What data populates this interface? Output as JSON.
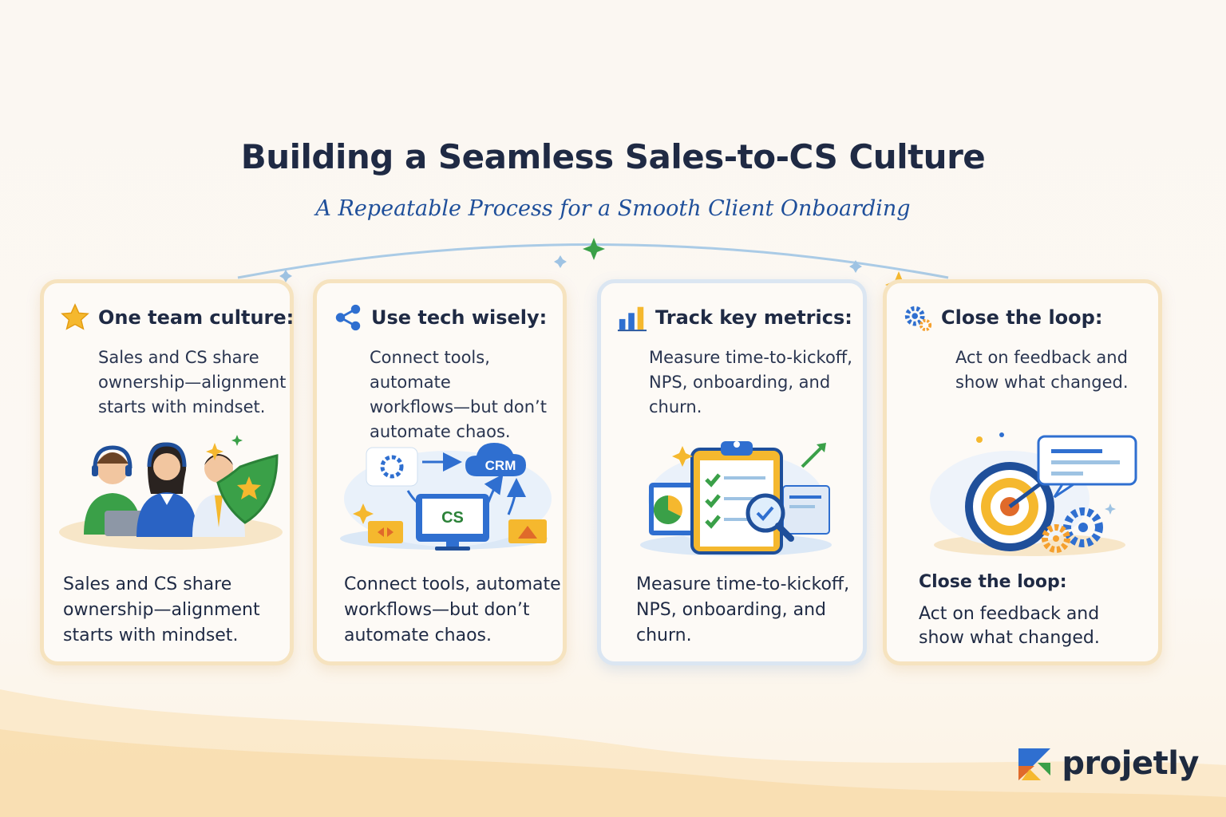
{
  "header": {
    "title": "Building a Seamless Sales-to-CS Culture",
    "subtitle": "A Repeatable Process for a Smooth Client Onboarding"
  },
  "cards": [
    {
      "title": "One team culture:",
      "icon": "star-icon",
      "description": "Sales and CS share\nownership—alignment\nstarts with mindset.",
      "footer": "Sales and CS share\nownership—alignment\nstarts with mindset."
    },
    {
      "title": "Use tech wisely:",
      "icon": "share-nodes-icon",
      "description": "Connect tools, automate\nworkflows—but don’t\nautomate chaos.",
      "footer": "Connect tools, automate\nworkflows—but don’t\nautomate chaos.",
      "illustration_labels": {
        "crm": "CRM",
        "cs": "CS"
      }
    },
    {
      "title": "Track key metrics:",
      "icon": "bar-chart-icon",
      "description": "Measure time-to-kickoff,\nNPS, onboarding, and churn.",
      "footer": "Measure time-to-kickoff,\nNPS, onboarding, and churn."
    },
    {
      "title": "Close the loop:",
      "icon": "gears-icon",
      "description": "Act on feedback and\nshow what changed.",
      "footer_title": "Close the loop:",
      "footer": "Act on feedback and\nshow what changed."
    }
  ],
  "brand": {
    "name": "projetly",
    "icon": "projetly-logo-icon"
  },
  "colors": {
    "navy": "#1f2a44",
    "subtitle_blue": "#1f4f9a",
    "accent_blue": "#2f6fd0",
    "gold": "#f5b82e",
    "green": "#3aa048",
    "card_border_warm": "#f6e3bf",
    "card_border_cool": "#dbe6f2"
  }
}
